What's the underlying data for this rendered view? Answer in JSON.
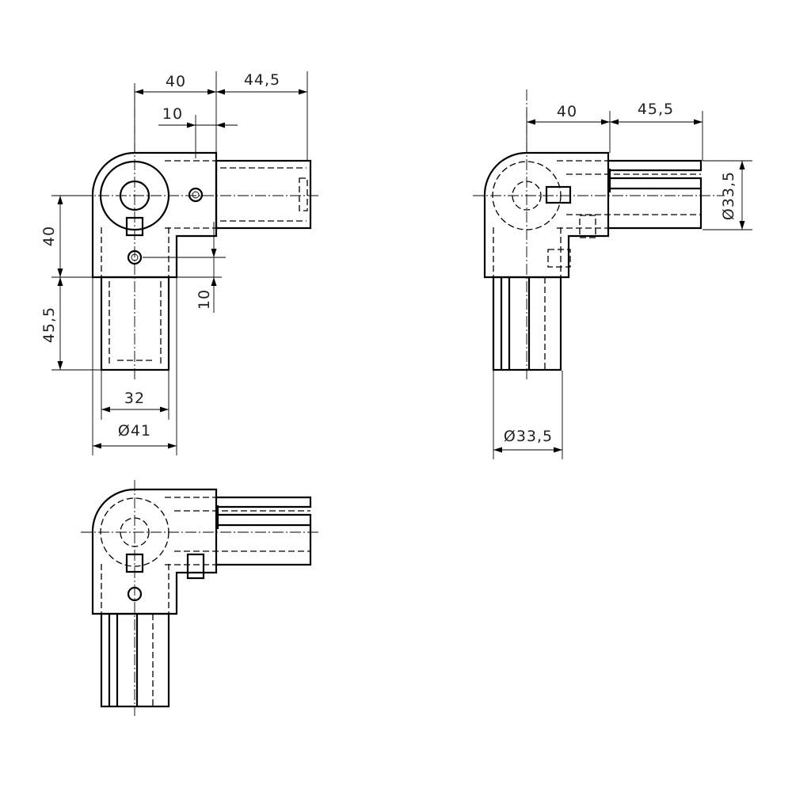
{
  "views": [
    {
      "name": "front-view",
      "dimensions": {
        "width_main": "40",
        "width_arm": "44,5",
        "screw_offset_h": "10",
        "height_main": "40",
        "height_arm": "45,5",
        "screw_offset_v": "10",
        "inner_dia": "32",
        "outer_dia": "Ø41"
      }
    },
    {
      "name": "side-view",
      "dimensions": {
        "width_main": "40",
        "width_arm": "45,5",
        "tube_dia_right": "Ø33,5",
        "tube_dia_bottom": "Ø33,5"
      }
    },
    {
      "name": "bottom-view"
    }
  ],
  "colors": {
    "line": "#000000",
    "text": "#222222",
    "background": "#ffffff"
  }
}
